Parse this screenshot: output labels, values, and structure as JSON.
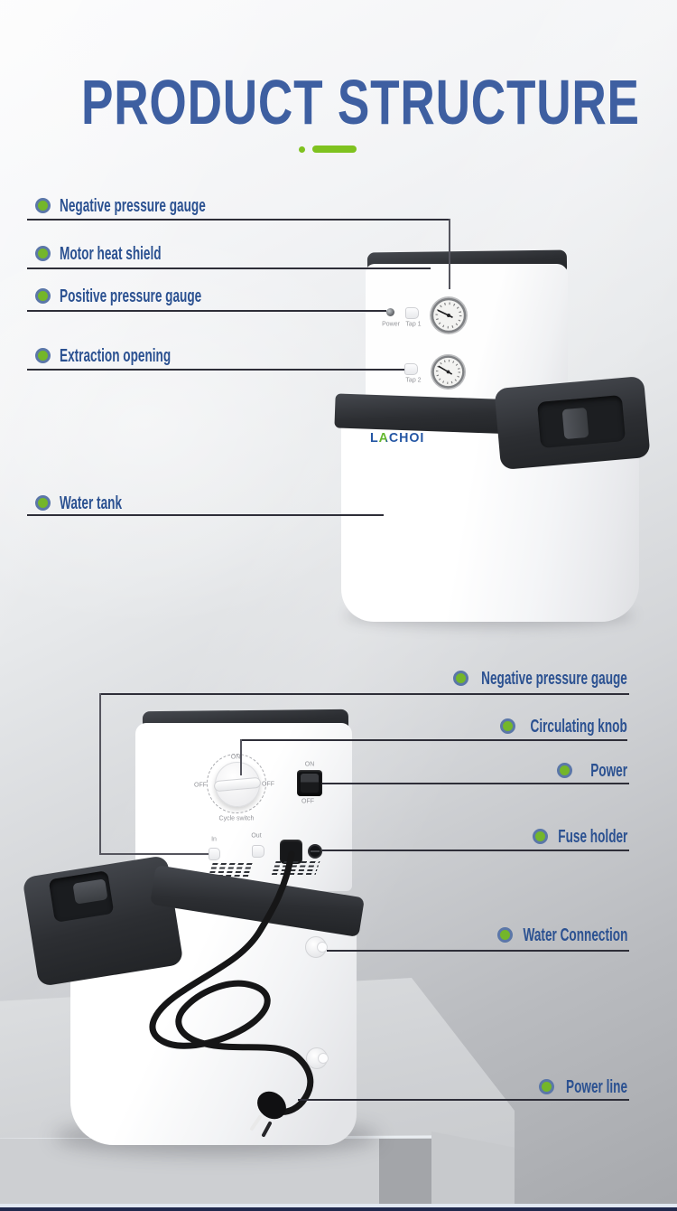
{
  "title": "PRODUCT STRUCTURE",
  "colors": {
    "title_blue": "#3e5fa1",
    "label_blue": "#2b5191",
    "accent_green": "#7fc21f",
    "bullet_green": "#74b62a",
    "bullet_ring": "#5b77a8",
    "brand_blue": "#2456a4"
  },
  "section_top": {
    "labels": [
      "Negative pressure gauge",
      "Motor heat shield",
      "Positive pressure gauge",
      "Extraction opening",
      "Water tank"
    ],
    "machine": {
      "brand": "LACHOI",
      "power": "Power",
      "tap1": "Tap 1",
      "tap2": "Tap 2"
    }
  },
  "section_bottom": {
    "labels": [
      "Negative pressure gauge",
      "Circulating knob",
      "Power",
      "Fuse holder",
      "Water Connection",
      "Power line"
    ],
    "machine": {
      "knob_top": "ON",
      "knob_left": "OFF",
      "knob_right": "OFF",
      "knob_caption": "Cycle switch",
      "switch_top": "ON",
      "switch_bottom": "OFF",
      "port_in": "In",
      "port_out": "Out"
    }
  }
}
